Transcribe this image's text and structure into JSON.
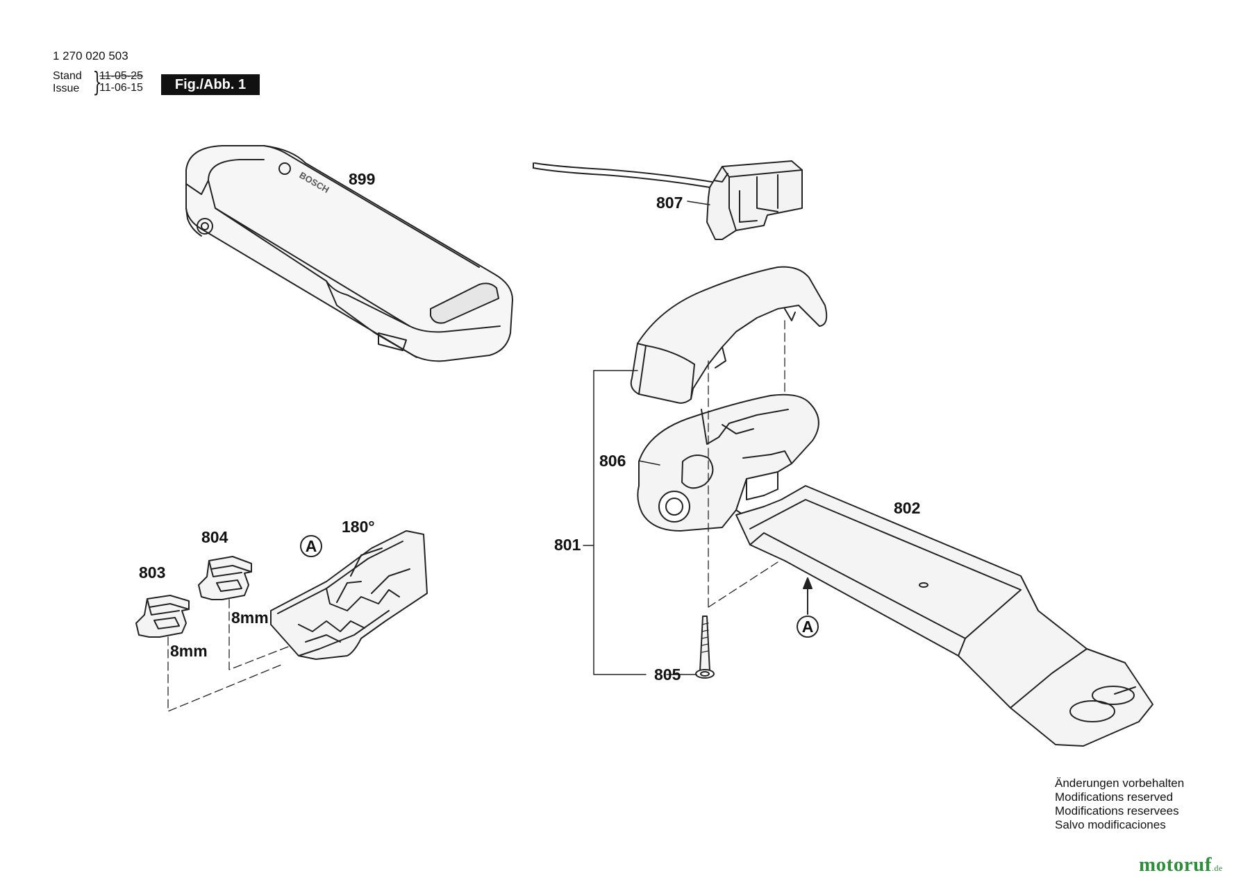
{
  "header": {
    "part_number": "1 270 020 503",
    "stand_label": "Stand",
    "issue_label": "Issue",
    "old_date": "11-05-25",
    "new_date": "11-06-15",
    "figure_label": "Fig./Abb. 1"
  },
  "callouts": {
    "c899": "899",
    "c807": "807",
    "c806": "806",
    "c802": "802",
    "c801": "801",
    "c805": "805",
    "c804": "804",
    "c803": "803",
    "dim_a": "8mm",
    "dim_b": "8mm",
    "rotation": "180°",
    "detail_a1": "A",
    "detail_a2": "A",
    "battery_brand": "BOSCH"
  },
  "notes": [
    "Änderungen vorbehalten",
    "Modifications reserved",
    "Modifications reservees",
    "Salvo modificaciones"
  ],
  "watermark": {
    "text": "motoruf",
    "tld": ".de",
    "color": "#2d8f3a"
  }
}
